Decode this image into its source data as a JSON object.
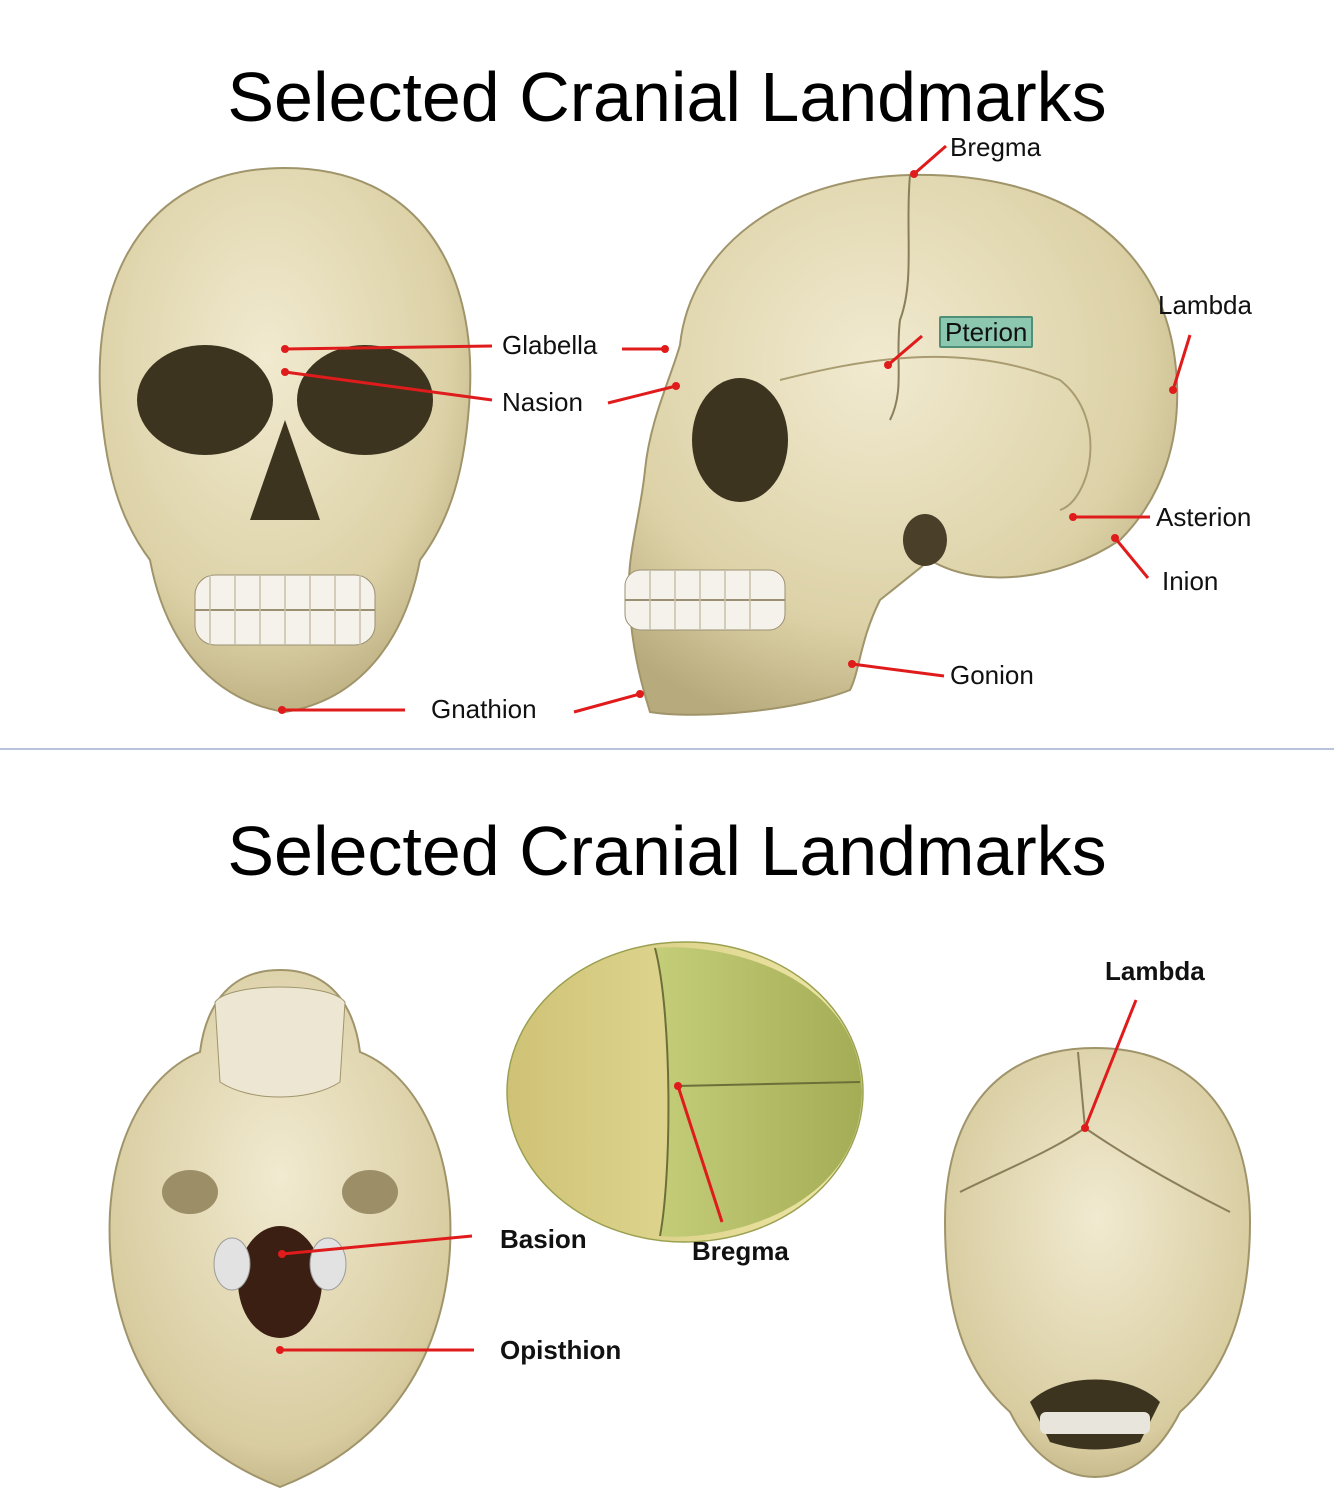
{
  "top": {
    "title": "Selected Cranial Landmarks",
    "labels": {
      "bregma": "Bregma",
      "lambda": "Lambda",
      "glabella": "Glabella",
      "pterion": "Pterion",
      "nasion": "Nasion",
      "asterion": "Asterion",
      "inion": "Inion",
      "gonion": "Gonion",
      "gnathion": "Gnathion"
    }
  },
  "bottom": {
    "title": "Selected Cranial Landmarks",
    "labels": {
      "lambda": "Lambda",
      "basion": "Basion",
      "bregma": "Bregma",
      "opisthion": "Opisthion"
    }
  },
  "colors": {
    "leader_line": "#e01b1b",
    "bone": "#e6dcb6",
    "bone_shade": "#b9ac82",
    "parietal_green": "#b8c46a",
    "frontal_yellow": "#e6e29a",
    "pterion_highlight": "#8cc7b0",
    "divider": "#b8c4dc"
  }
}
